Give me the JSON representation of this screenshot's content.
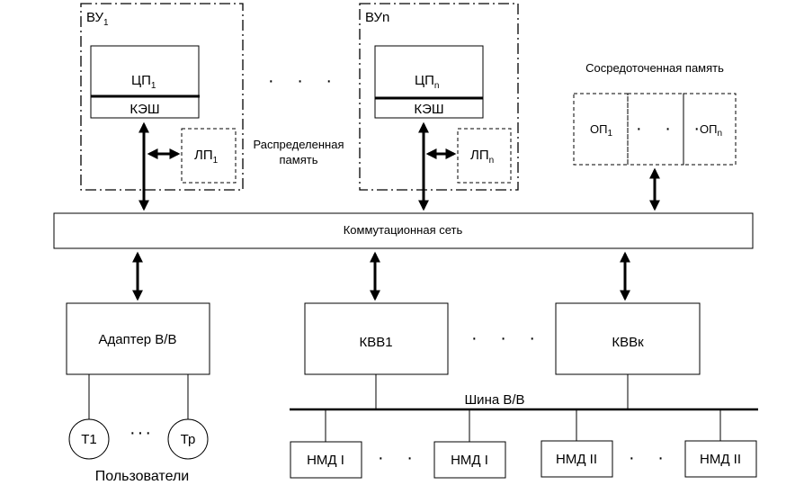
{
  "nodes": {
    "vu1": "ВУ",
    "vu1_sub": "1",
    "vun": "ВУn",
    "cpu1": "ЦП",
    "cpu1_sub": "1",
    "cpun": "ЦП",
    "cpun_sub": "n",
    "cache": "КЭШ",
    "lp1": "ЛП",
    "lp1_sub": "1",
    "lpn": "ЛП",
    "lpn_sub": "n",
    "distributed_memory_line1": "Распределенная",
    "distributed_memory_line2": "память",
    "concentrated_memory": "Сосредоточенная память",
    "op1": "ОП",
    "op1_sub": "1",
    "opn": "ОП",
    "opn_sub": "n",
    "switch_network": "Коммутационная сеть",
    "adapter": "Адаптер В/В",
    "kvv1": "КВВ1",
    "kvvk": "КВВк",
    "bus": "Шина В/В",
    "t1": "Т1",
    "tp": "Тр",
    "users": "Пользователи",
    "nmd1a": "НМД I",
    "nmd1b": "НМД I",
    "nmd2a": "НМД II",
    "nmd2b": "НМД II"
  },
  "ellipsis": "· · ·",
  "ellipsis_tight": "···"
}
